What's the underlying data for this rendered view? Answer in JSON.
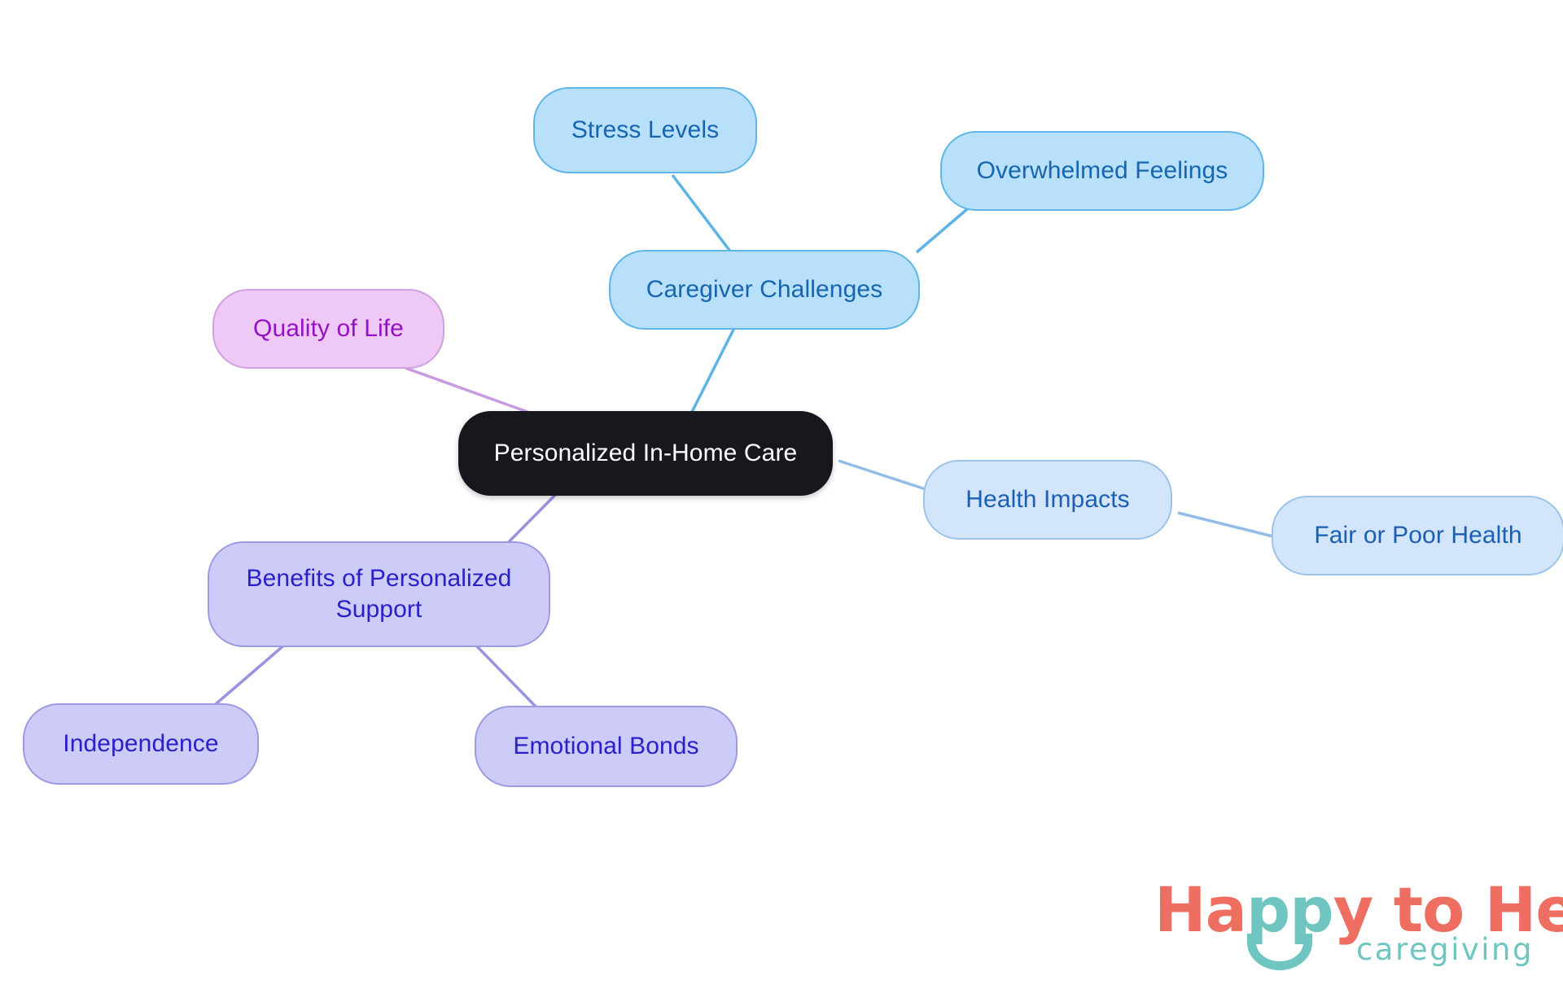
{
  "diagram": {
    "type": "mind-map",
    "title": "Personalized In-Home Care",
    "background_color": "#ffffff",
    "root": {
      "id": "root",
      "label": "Personalized In-Home Care",
      "fill": "#16181d",
      "text_color": "#ffffff"
    },
    "nodes": [
      {
        "id": "caregiver-challenges",
        "label": "Caregiver Challenges",
        "fill": "#b9e0fb",
        "stroke": "#60b5e8",
        "text_color": "#1565b0",
        "parent": "root"
      },
      {
        "id": "stress-levels",
        "label": "Stress Levels",
        "fill": "#b9e0fb",
        "stroke": "#60b5e8",
        "text_color": "#1565b0",
        "parent": "caregiver-challenges"
      },
      {
        "id": "overwhelmed-feelings",
        "label": "Overwhelmed Feelings",
        "fill": "#b9e0fb",
        "stroke": "#60b5e8",
        "text_color": "#1565b0",
        "parent": "caregiver-challenges"
      },
      {
        "id": "health-impacts",
        "label": "Health Impacts",
        "fill": "#d3e5fb",
        "stroke": "#9cc3ea",
        "text_color": "#1a5fb4",
        "parent": "root"
      },
      {
        "id": "fair-or-poor-health",
        "label": "Fair or Poor Health",
        "fill": "#d3e5fb",
        "stroke": "#9cc3ea",
        "text_color": "#1a5fb4",
        "parent": "health-impacts"
      },
      {
        "id": "benefits-of-personalized-support",
        "label": "Benefits of Personalized\nSupport",
        "fill": "#cdccf8",
        "stroke": "#9d9ae2",
        "text_color": "#2a20c7",
        "parent": "root"
      },
      {
        "id": "independence",
        "label": "Independence",
        "fill": "#cdccf8",
        "stroke": "#9d9ae2",
        "text_color": "#2a20c7",
        "parent": "benefits-of-personalized-support"
      },
      {
        "id": "emotional-bonds",
        "label": "Emotional Bonds",
        "fill": "#cdccf8",
        "stroke": "#9d9ae2",
        "text_color": "#2a20c7",
        "parent": "benefits-of-personalized-support"
      },
      {
        "id": "quality-of-life",
        "label": "Quality of Life",
        "fill": "#eec9f6",
        "stroke": "#cfa0e2",
        "text_color": "#9412c4",
        "parent": "root"
      }
    ],
    "edges": [
      {
        "from": "root",
        "to": "caregiver-challenges",
        "color": "#5cb3e6"
      },
      {
        "from": "caregiver-challenges",
        "to": "stress-levels",
        "color": "#5cb3e6"
      },
      {
        "from": "caregiver-challenges",
        "to": "overwhelmed-feelings",
        "color": "#5cb3e6"
      },
      {
        "from": "root",
        "to": "health-impacts",
        "color": "#93bde6"
      },
      {
        "from": "health-impacts",
        "to": "fair-or-poor-health",
        "color": "#93bde6"
      },
      {
        "from": "root",
        "to": "benefits-of-personalized-support",
        "color": "#9894e0"
      },
      {
        "from": "benefits-of-personalized-support",
        "to": "independence",
        "color": "#9894e0"
      },
      {
        "from": "benefits-of-personalized-support",
        "to": "emotional-bonds",
        "color": "#9894e0"
      },
      {
        "from": "root",
        "to": "quality-of-life",
        "color": "#c89ae0"
      }
    ]
  },
  "logo": {
    "word_happy_to": "Ha",
    "word_pp": "pp",
    "word_rest": "y to Help",
    "tagline": "caregiving",
    "primary_color": "#ee6f61",
    "accent_color": "#6fc5c0"
  }
}
